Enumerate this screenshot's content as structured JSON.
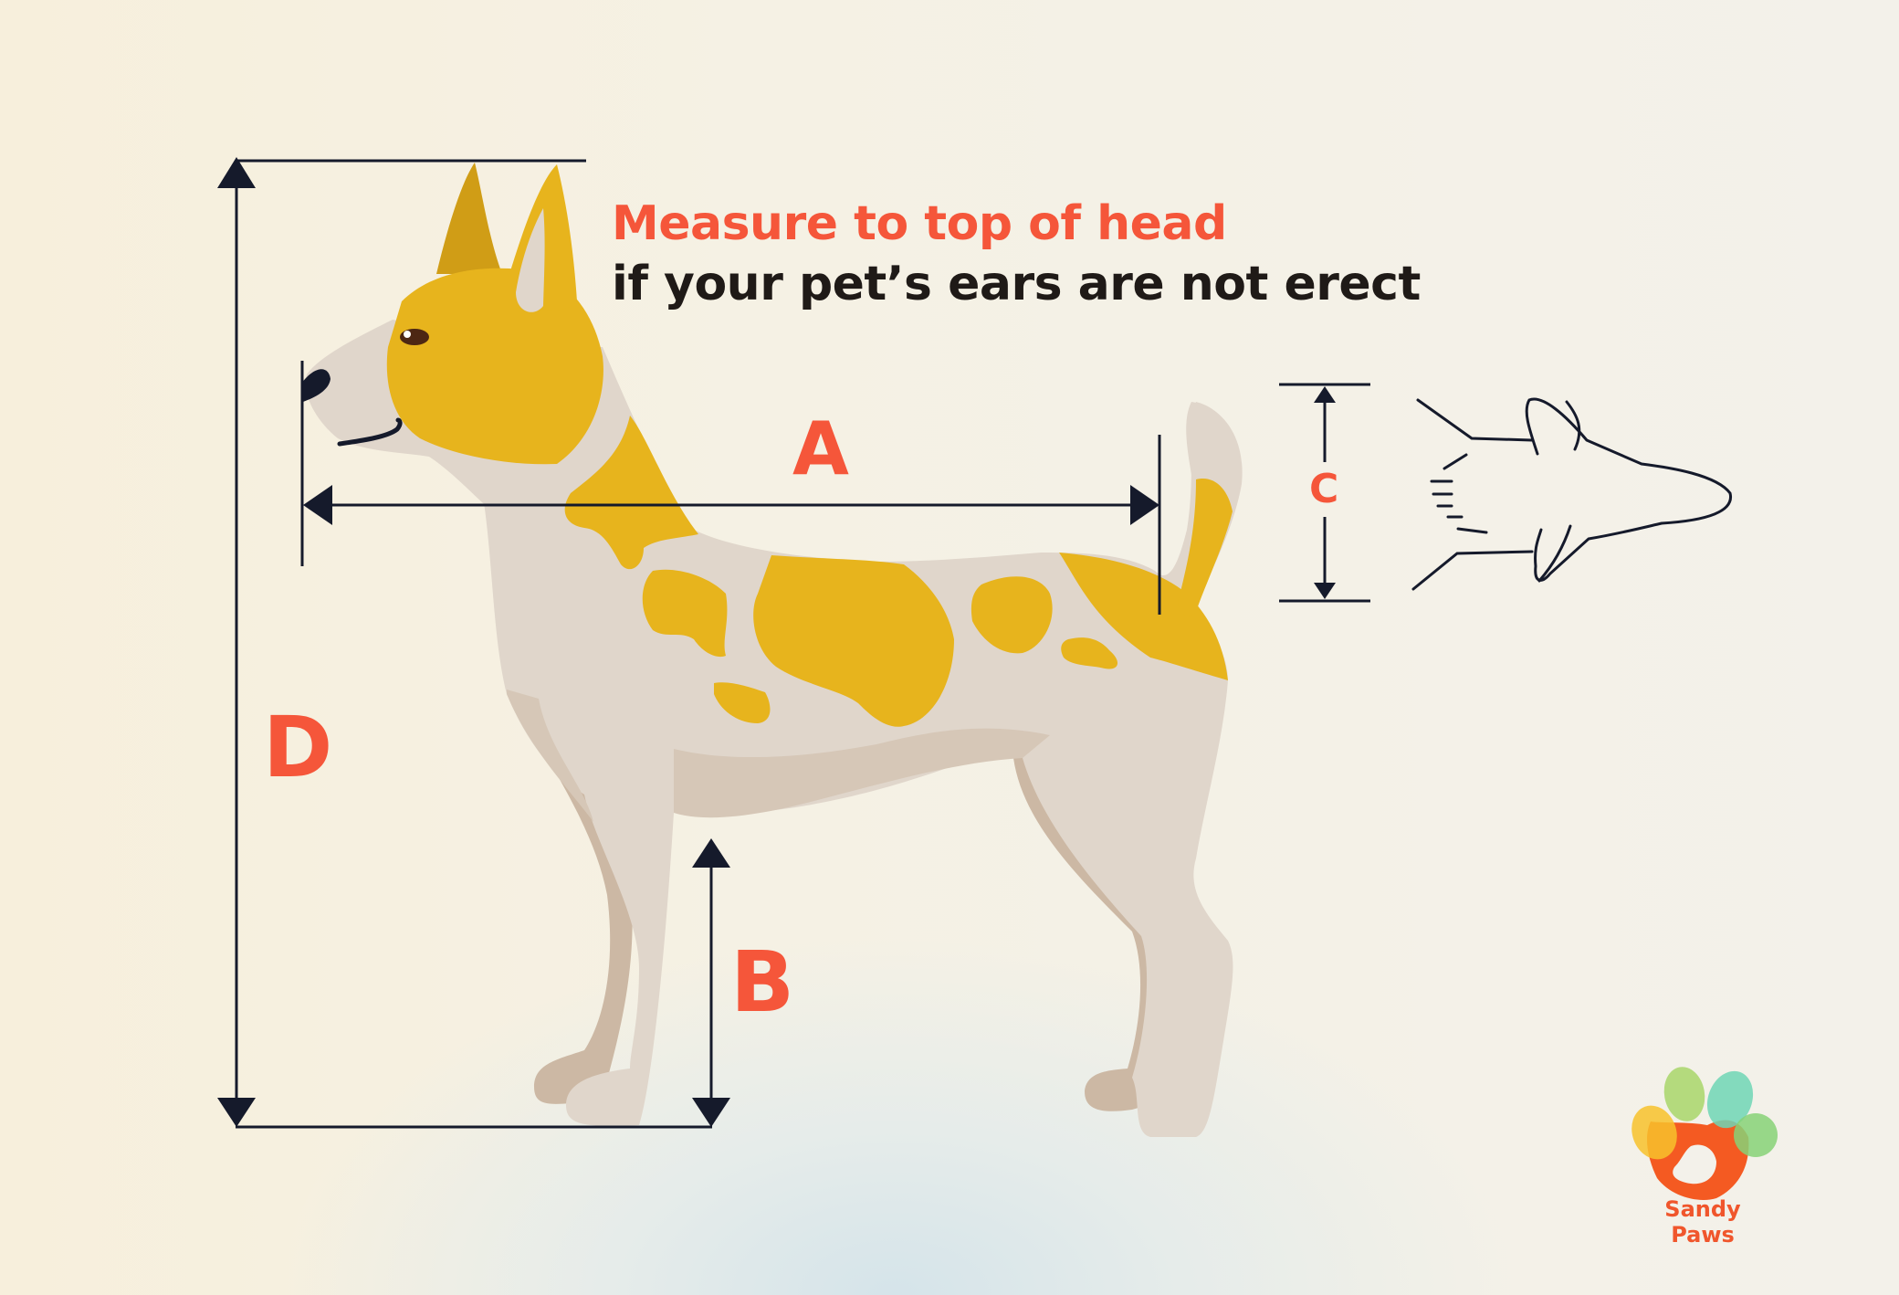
{
  "headline": {
    "line1": "Measure to top of head",
    "line2": "if your pet’s ears are not erect"
  },
  "measurements": [
    {
      "id": "A",
      "label": "A",
      "description": "length from nose to base of tail",
      "orientation": "horizontal"
    },
    {
      "id": "B",
      "label": "B",
      "description": "height from floor to belly",
      "orientation": "vertical"
    },
    {
      "id": "C",
      "label": "C",
      "description": "chest width (top view)",
      "orientation": "vertical"
    },
    {
      "id": "D",
      "label": "D",
      "description": "total height from floor to top of ears",
      "orientation": "vertical"
    }
  ],
  "brand": {
    "name": "Sandy Paws",
    "colors": {
      "pad": "#f45a22",
      "toe1": "#f7c22c",
      "toe2": "#a8d66a",
      "toe3": "#6fd6b5",
      "toe4": "#86d277"
    }
  },
  "colors": {
    "accent": "#f5563a",
    "ink": "#151a2b",
    "dog_fur_light": "#e0d6cb",
    "dog_fur_shadow": "#ccb8a4",
    "dog_spots": "#e7b41d",
    "dog_ear_dark": "#d09d16",
    "background": "#f6f0e0"
  }
}
